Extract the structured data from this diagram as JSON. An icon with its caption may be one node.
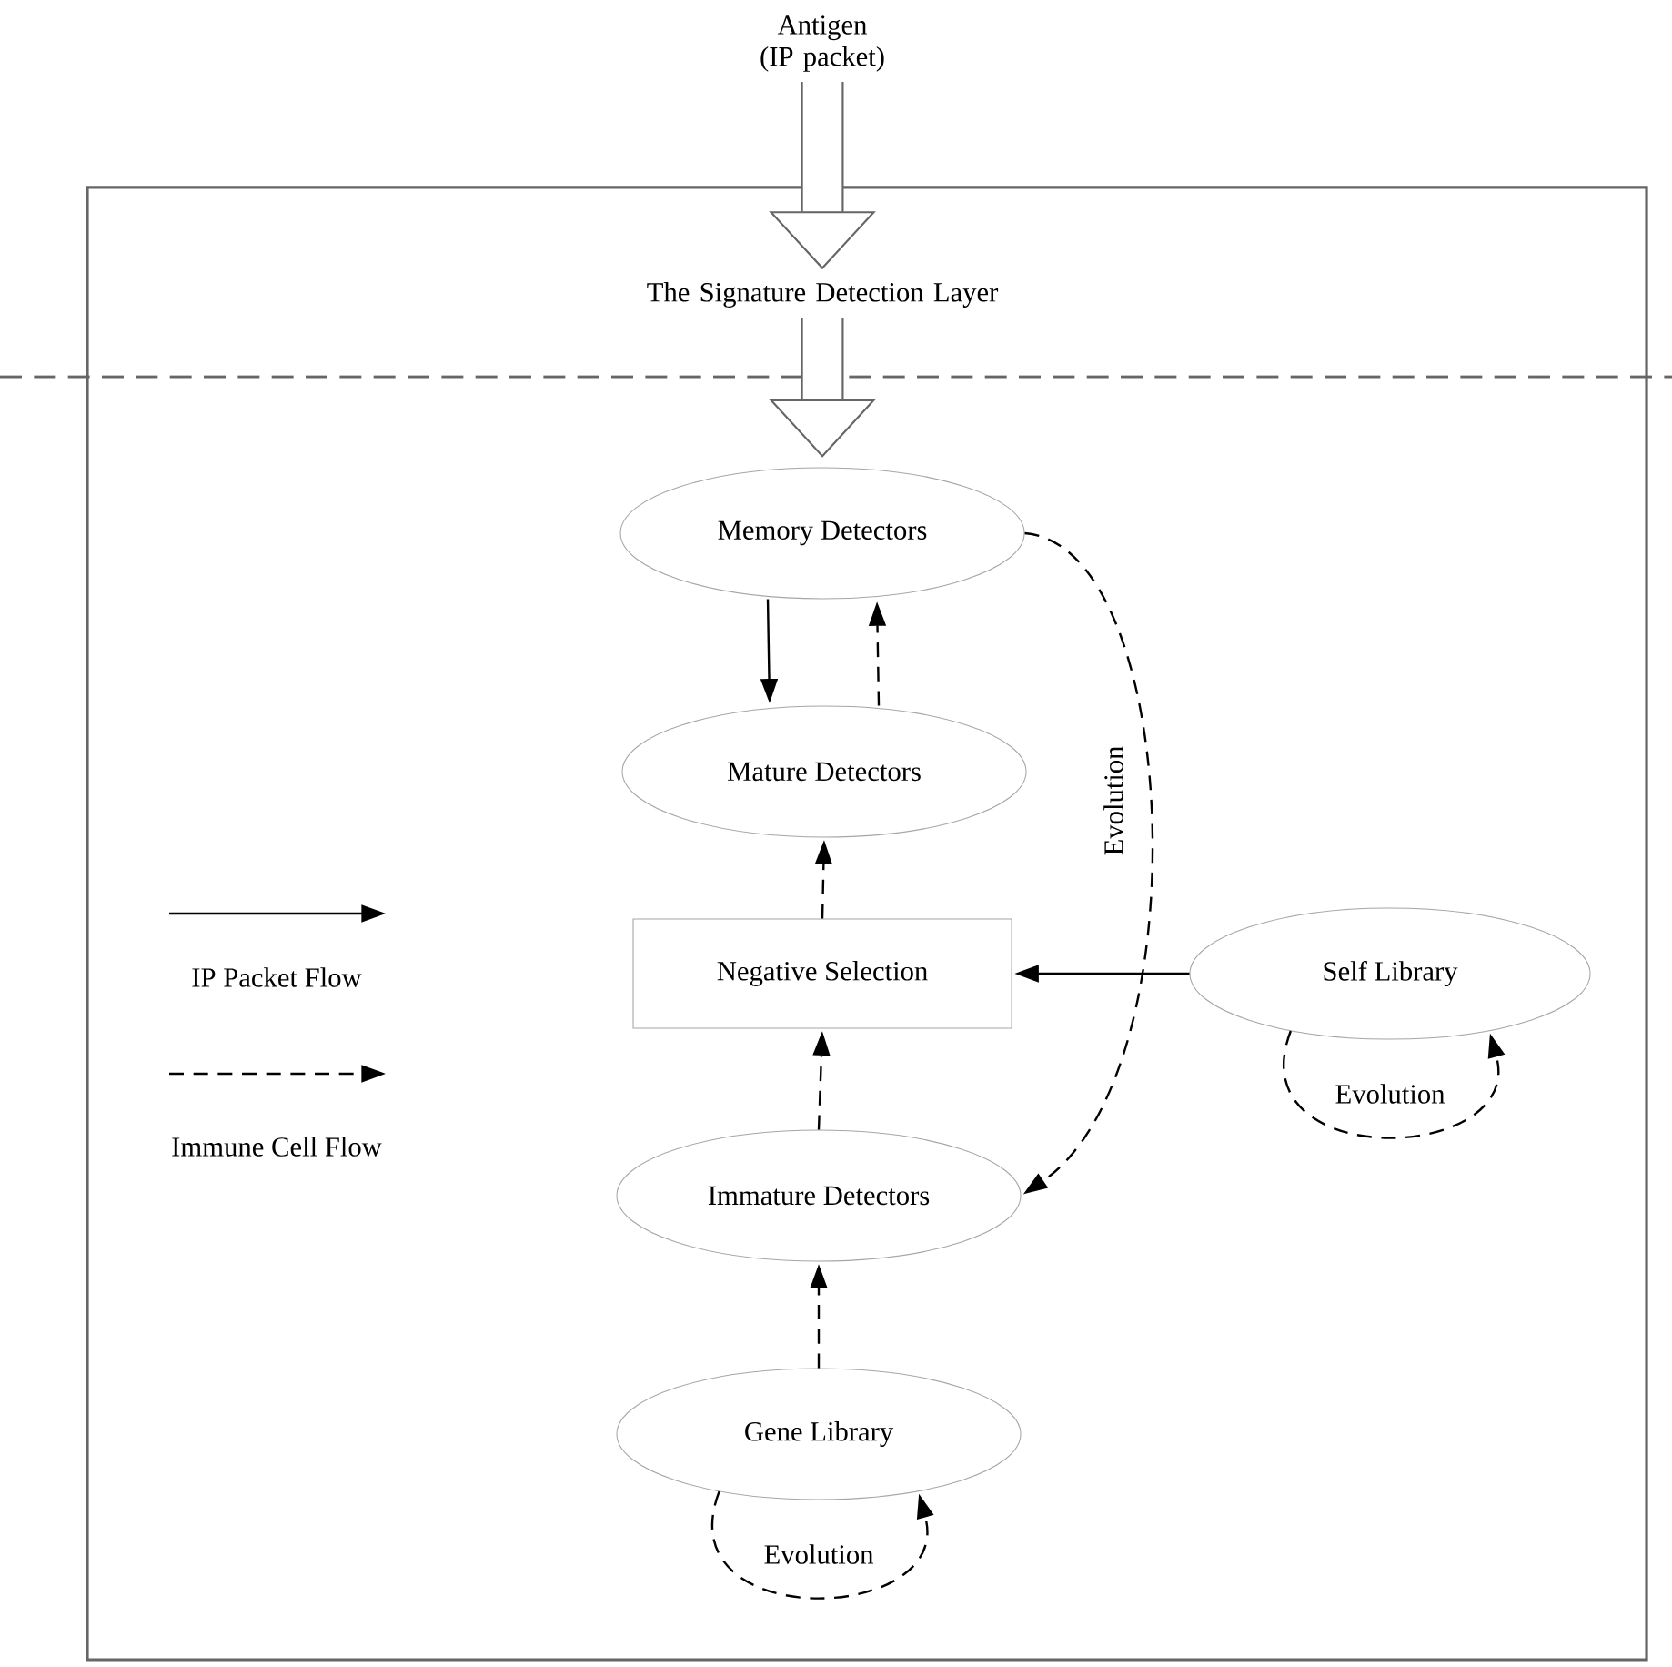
{
  "diagram": {
    "nodes": [
      {
        "text": [
          "Antigen (IP packet)"
        ]
      },
      {
        "text": [
          "The Signature Detection Layer"
        ]
      },
      {
        "text": [
          "Memory Detectors"
        ]
      },
      {
        "text": [
          "Mature Detectors"
        ]
      },
      {
        "text": [
          "Negative Selection"
        ]
      },
      {
        "text": [
          "Self Library"
        ]
      },
      {
        "text": [
          "Immature Detectors"
        ]
      },
      {
        "text": [
          "Gene Library"
        ]
      }
    ],
    "edges": [
      {
        "from": 0,
        "to": 1,
        "arrow": "to",
        "style": "thick",
        "color": "#666666"
      },
      {
        "from": 1,
        "to": 2,
        "arrow": "to",
        "style": "thick",
        "color": "#666666"
      },
      {
        "from": 2,
        "to": 3,
        "arrow": "to"
      },
      {
        "from": 3,
        "to": 2,
        "arrow": "to",
        "style": "dashed"
      },
      {
        "from": 4,
        "to": 3,
        "arrow": "to",
        "style": "dashed"
      },
      {
        "from": 5,
        "to": 4,
        "arrow": "to"
      },
      {
        "from": 6,
        "to": 4,
        "arrow": "to",
        "style": "dashed"
      },
      {
        "from": 7,
        "to": 6,
        "arrow": "to",
        "style": "dashed"
      },
      {
        "from": 2,
        "to": 6,
        "arrow": "to",
        "style": "dashed",
        "label": "Evolution"
      },
      {
        "from": 5,
        "to": 5,
        "arrow": "to",
        "style": "dashed",
        "label": "Evolution"
      },
      {
        "from": 7,
        "to": 7,
        "arrow": "to",
        "style": "dashed",
        "label": "Evolution"
      }
    ],
    "legend": [
      {
        "text": "IP Packet Flow"
      },
      {
        "text": "Immune Cell Flow"
      }
    ]
  }
}
